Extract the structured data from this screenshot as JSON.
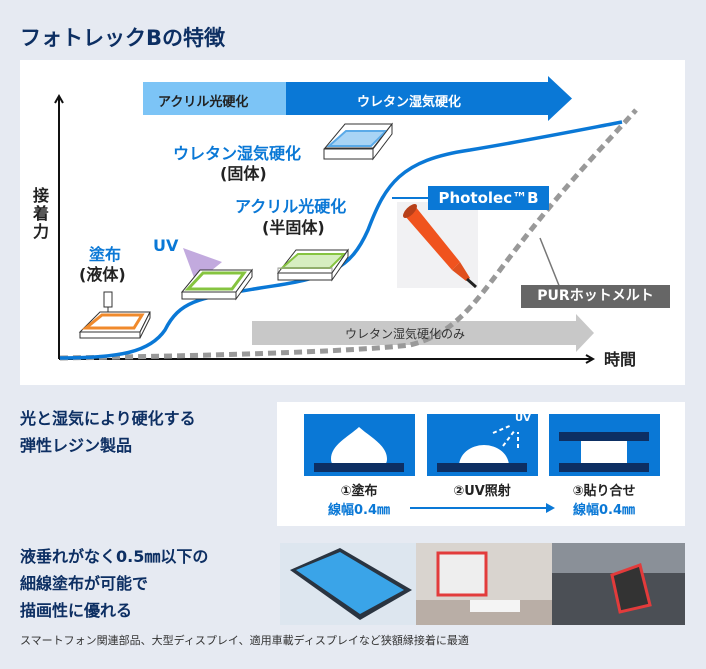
{
  "title": "フォトレックBの特徴",
  "chart": {
    "top_arrow": {
      "acrylic": "アクリル光硬化",
      "urethane": "ウレタン湿気硬化"
    },
    "y_axis": "接着力",
    "x_axis": "時間",
    "stage_coating": {
      "name": "塗布",
      "state": "(液体)"
    },
    "uv": "UV",
    "stage_acrylic": {
      "name": "アクリル光硬化",
      "state": "(半固体)"
    },
    "stage_urethane": {
      "name": "ウレタン湿気硬化",
      "state": "(固体)"
    },
    "product_label": "Photolec™B",
    "pur_label": "PURホットメルト",
    "urethane_only": "ウレタン湿気硬化のみ",
    "colors": {
      "blue": "#0a78d6",
      "light_blue": "#7cc4f6",
      "gray": "#999999",
      "dark_gray": "#666666",
      "orange": "#f08a2c",
      "green": "#86c440"
    }
  },
  "process": {
    "lead": [
      "光と湿気により硬化する",
      "弾性レジン製品"
    ],
    "steps": [
      {
        "label": "①塗布",
        "width": "線幅0.4㎜"
      },
      {
        "label": "②UV照射",
        "uv": "UV"
      },
      {
        "label": "③貼り合せ",
        "width": "線幅0.4㎜"
      }
    ]
  },
  "application": {
    "lead": [
      "液垂れがなく0.5㎜以下の",
      "細線塗布が可能で",
      "描画性に優れる"
    ],
    "footnote": "スマートフォン関連部品、大型ディスプレイ、適用車載ディスプレイなど狭額縁接着に最適"
  }
}
